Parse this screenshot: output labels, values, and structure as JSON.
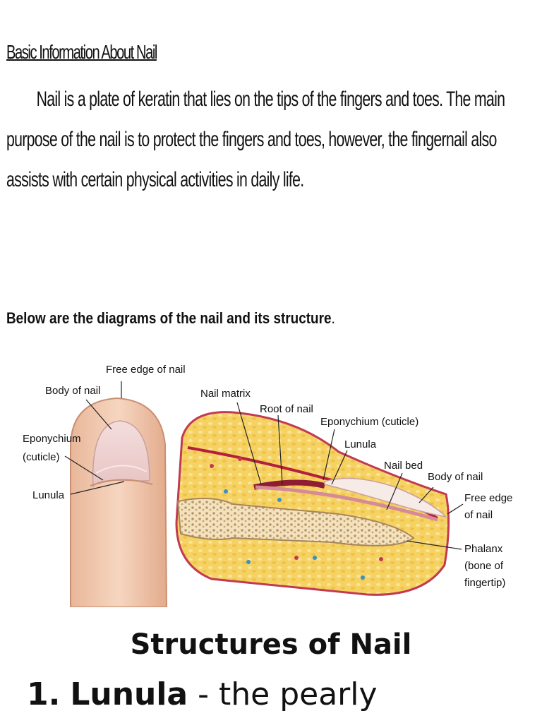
{
  "intro": {
    "heading": "Basic Information About Nail",
    "paragraph": "Nail is a plate of keratin that lies on the tips of the fingers and toes. The main purpose of the nail is to protect the fingers and toes, however, the fingernail also assists with certain physical activities in daily life."
  },
  "diagram_intro": {
    "text": "Below are the diagrams of the nail and its structure",
    "period": "."
  },
  "finger_labels": {
    "free_edge": "Free edge of nail",
    "body": "Body of nail",
    "eponychium_1": "Eponychium",
    "eponychium_2": "(cuticle)",
    "lunula": "Lunula"
  },
  "section_labels": {
    "nail_matrix": "Nail matrix",
    "root": "Root of nail",
    "eponychium": "Eponychium (cuticle)",
    "lunula": "Lunula",
    "nail_bed": "Nail bed",
    "body": "Body of nail",
    "free_edge_1": "Free edge",
    "free_edge_2": "of nail",
    "phalanx_1": "Phalanx",
    "phalanx_2": "(bone of",
    "phalanx_3": "fingertip)"
  },
  "structures": {
    "title": "Structures of Nail",
    "item_number": "1.",
    "item_term": "Lunula",
    "item_rest": "- the pearly"
  }
}
